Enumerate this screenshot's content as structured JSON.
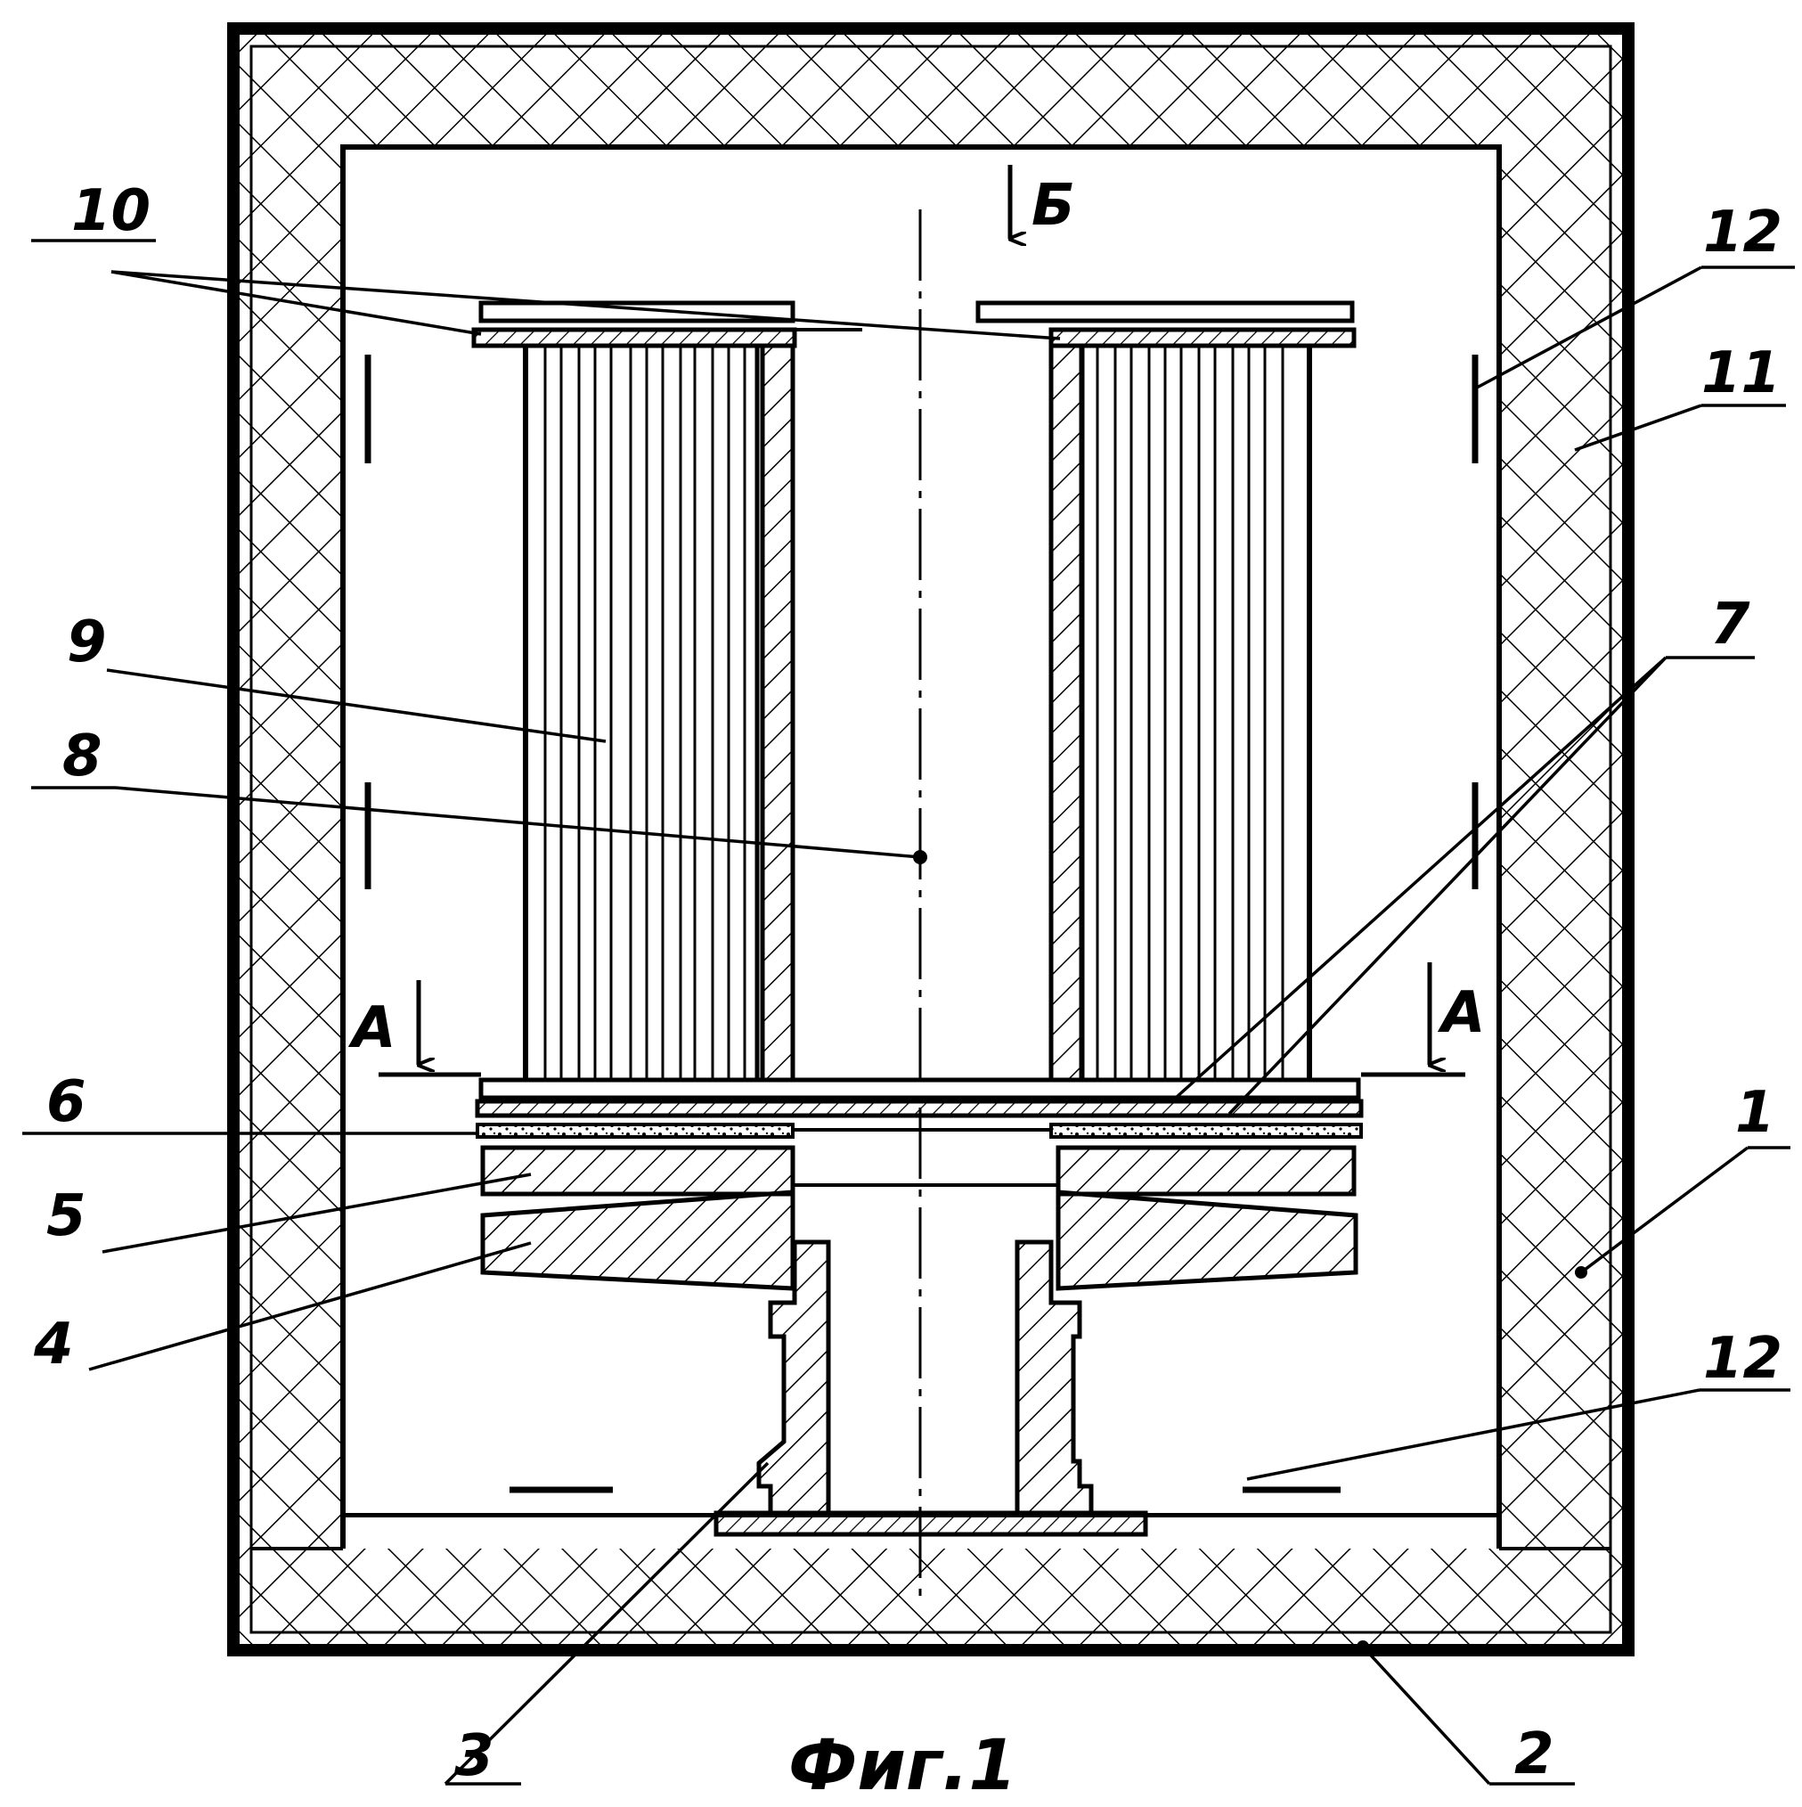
{
  "figure": {
    "caption": "Фиг.1",
    "labels": {
      "n1": "1",
      "n2": "2",
      "n3": "3",
      "n4": "4",
      "n5": "5",
      "n6": "6",
      "n7": "7",
      "n8": "8",
      "n9": "9",
      "n10": "10",
      "n11": "11",
      "n12_top": "12",
      "n12_bottom": "12"
    },
    "section_marks": {
      "a_left": "А",
      "a_right": "А",
      "b_top": "Б"
    }
  }
}
